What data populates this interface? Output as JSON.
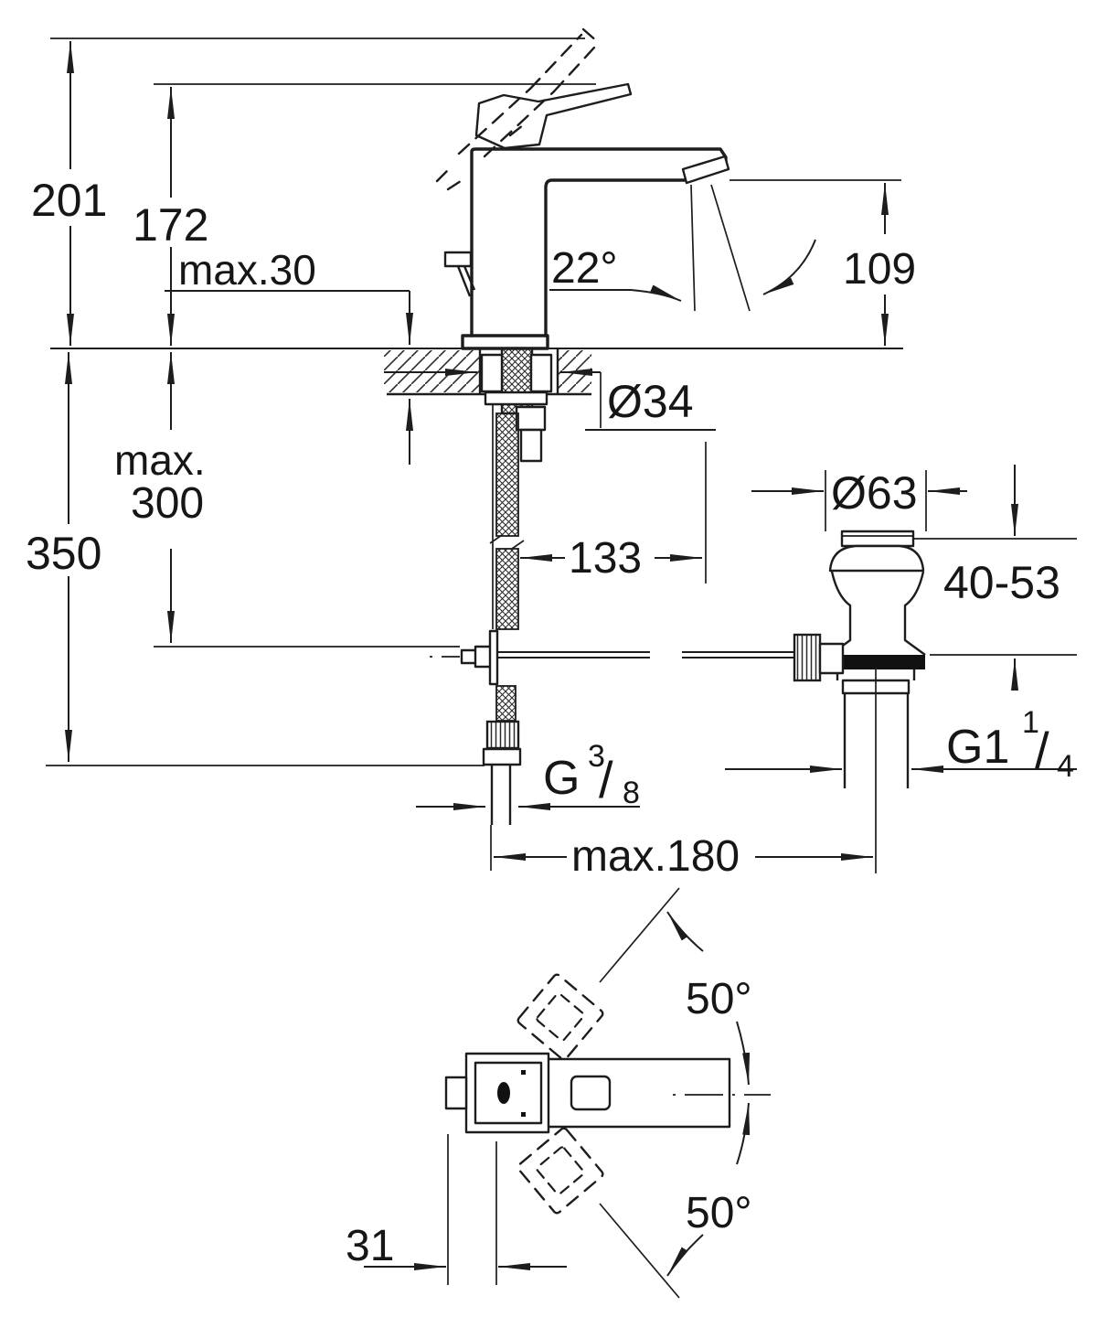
{
  "labels": {
    "overall_height": "201",
    "spout_top_height": "172",
    "max_deck_thickness": "max.30",
    "max_hose_word": "max.",
    "max_hose_value": "300",
    "supply_drop": "350",
    "tap_hole_diameter": "Ø34",
    "spout_projection": "133",
    "stream_angle": "22°",
    "spout_outlet_height": "109",
    "pop_up_flange_diameter": "Ø63",
    "basin_deck_range": "40-53",
    "drain_thread_base": "G1",
    "drain_thread_numerator": "1",
    "drain_thread_slash": "/",
    "drain_thread_denominator": "4",
    "supply_thread_base": "G",
    "supply_thread_numerator": "3",
    "supply_thread_slash": "/",
    "supply_thread_denominator": "8",
    "pull_rod_span": "max.180",
    "handle_swing_upper": "50°",
    "handle_swing_lower": "50°",
    "handle_width_offset": "31"
  },
  "colors": {
    "line": "#1d1d1d",
    "background": "#ffffff"
  }
}
